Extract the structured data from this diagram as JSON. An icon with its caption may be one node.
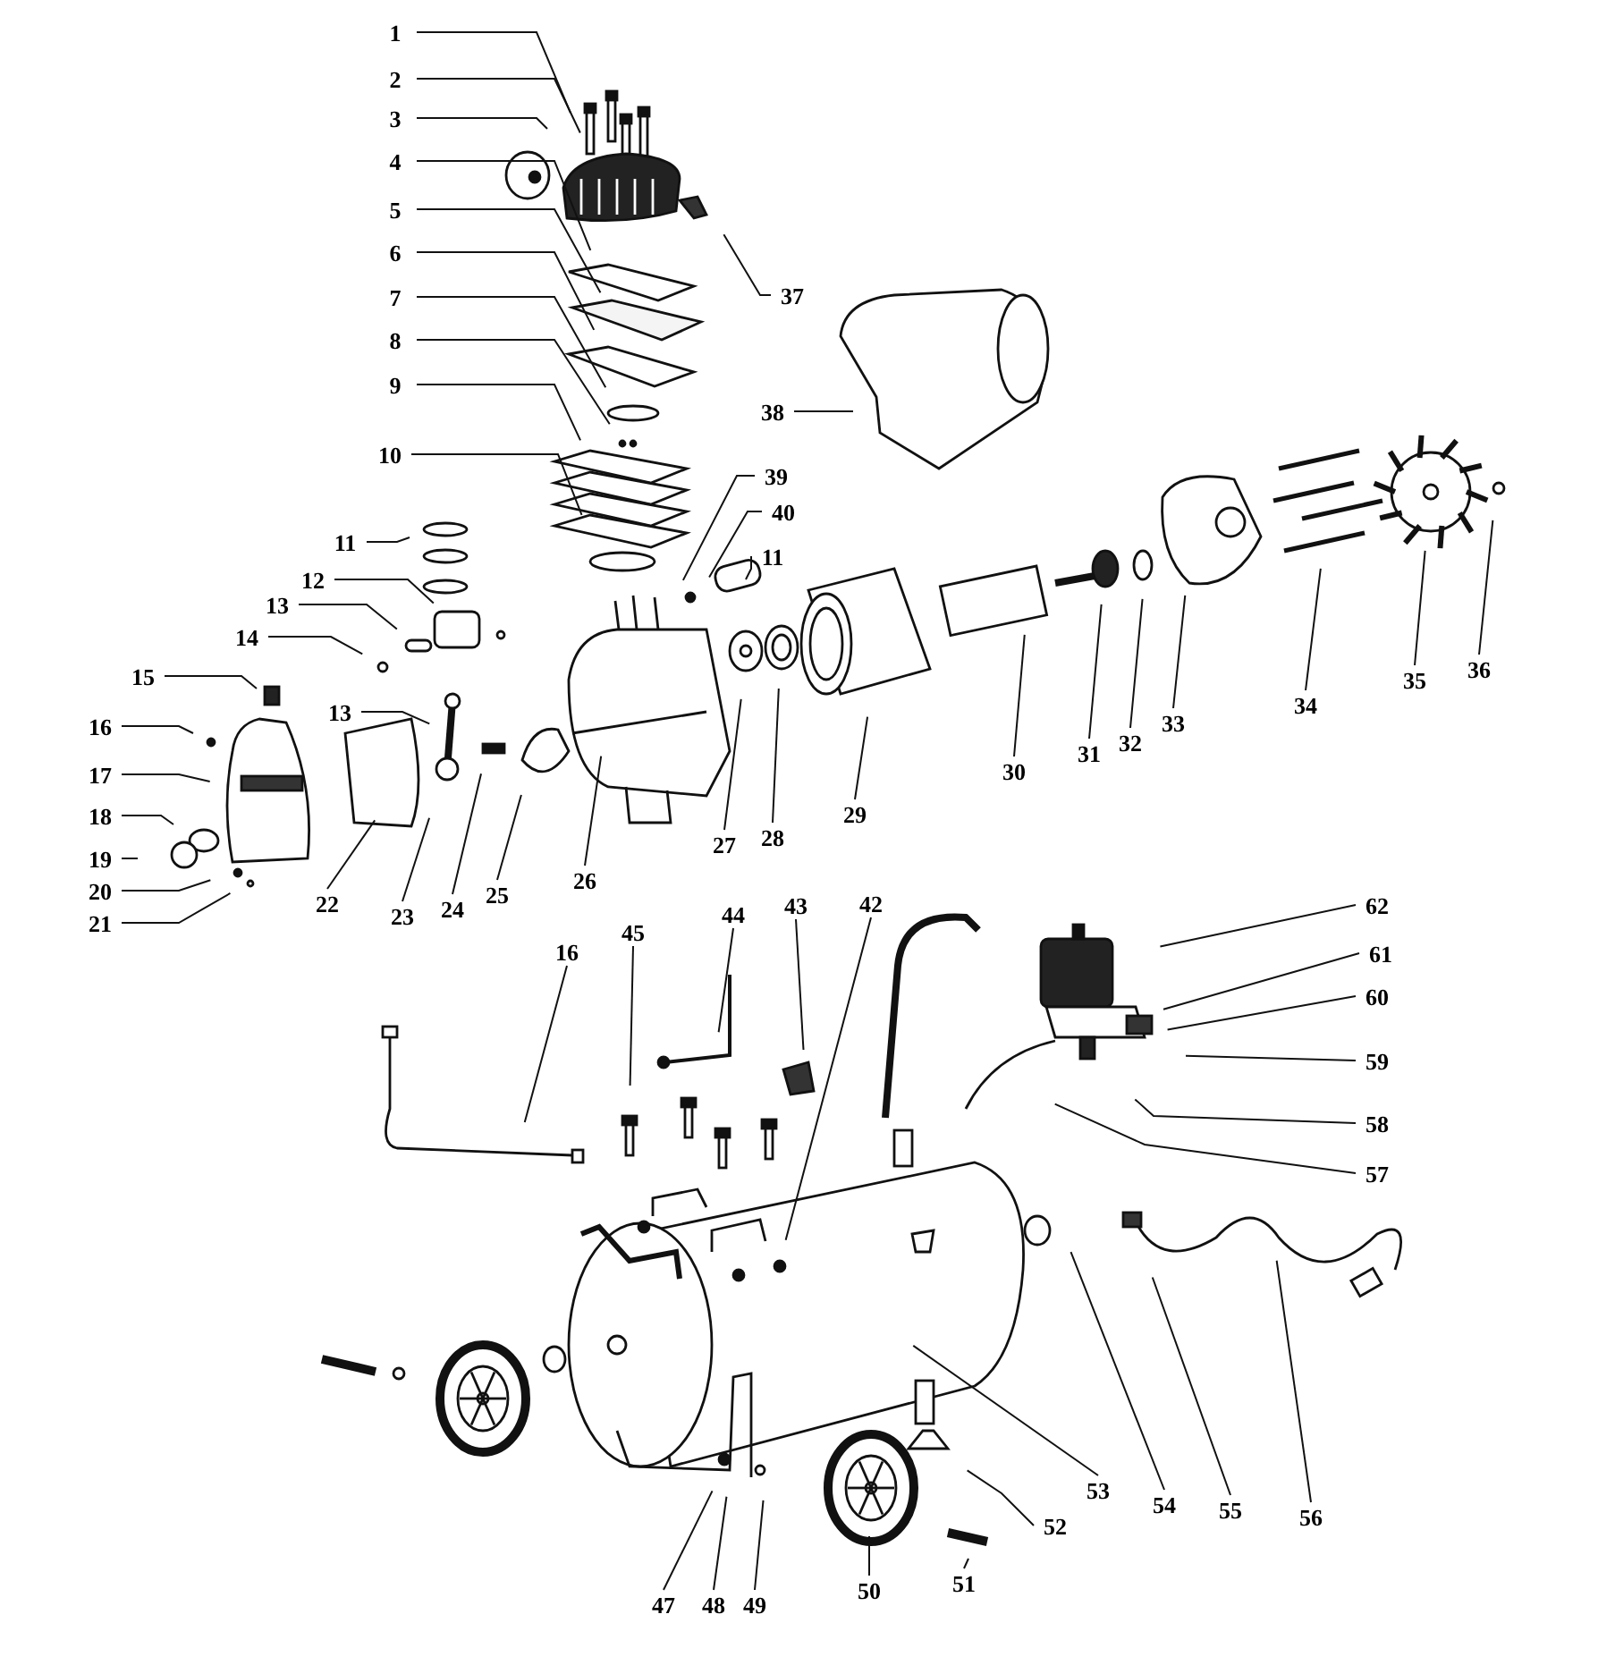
{
  "diagram": {
    "nodes": [
      {
        "text": [
          "1"
        ]
      },
      {
        "text": [
          "2"
        ]
      },
      {
        "text": [
          "3"
        ]
      },
      {
        "text": [
          "4"
        ]
      },
      {
        "text": [
          "5"
        ]
      },
      {
        "text": [
          "6"
        ]
      },
      {
        "text": [
          "7"
        ]
      },
      {
        "text": [
          "8"
        ]
      },
      {
        "text": [
          "9"
        ]
      },
      {
        "text": [
          "10"
        ]
      },
      {
        "text": [
          "11"
        ]
      },
      {
        "text": [
          "12"
        ]
      },
      {
        "text": [
          "13"
        ]
      },
      {
        "text": [
          "14"
        ]
      },
      {
        "text": [
          "15"
        ]
      },
      {
        "text": [
          "16"
        ]
      },
      {
        "text": [
          "17"
        ]
      },
      {
        "text": [
          "18"
        ]
      },
      {
        "text": [
          "19"
        ]
      },
      {
        "text": [
          "20"
        ]
      },
      {
        "text": [
          "21"
        ]
      },
      {
        "text": [
          "13"
        ]
      },
      {
        "text": [
          "22"
        ]
      },
      {
        "text": [
          "23"
        ]
      },
      {
        "text": [
          "24"
        ]
      },
      {
        "text": [
          "25"
        ]
      },
      {
        "text": [
          "26"
        ]
      },
      {
        "text": [
          "27"
        ]
      },
      {
        "text": [
          "28"
        ]
      },
      {
        "text": [
          "29"
        ]
      },
      {
        "text": [
          "30"
        ]
      },
      {
        "text": [
          "31"
        ]
      },
      {
        "text": [
          "32"
        ]
      },
      {
        "text": [
          "33"
        ]
      },
      {
        "text": [
          "34"
        ]
      },
      {
        "text": [
          "35"
        ]
      },
      {
        "text": [
          "36"
        ]
      },
      {
        "text": [
          "37"
        ]
      },
      {
        "text": [
          "38"
        ]
      },
      {
        "text": [
          "39"
        ]
      },
      {
        "text": [
          "40"
        ]
      },
      {
        "text": [
          "11"
        ]
      },
      {
        "text": [
          "16"
        ]
      },
      {
        "text": [
          "45"
        ]
      },
      {
        "text": [
          "44"
        ]
      },
      {
        "text": [
          "43"
        ]
      },
      {
        "text": [
          "42"
        ]
      },
      {
        "text": [
          "62"
        ]
      },
      {
        "text": [
          "61"
        ]
      },
      {
        "text": [
          "60"
        ]
      },
      {
        "text": [
          "59"
        ]
      },
      {
        "text": [
          "58"
        ]
      },
      {
        "text": [
          "57"
        ]
      },
      {
        "text": [
          "53"
        ]
      },
      {
        "text": [
          "54"
        ]
      },
      {
        "text": [
          "55"
        ]
      },
      {
        "text": [
          "56"
        ]
      },
      {
        "text": [
          "52"
        ]
      },
      {
        "text": [
          "51"
        ]
      },
      {
        "text": [
          "50"
        ]
      },
      {
        "text": [
          "49"
        ]
      },
      {
        "text": [
          "48"
        ]
      },
      {
        "text": [
          "47"
        ]
      }
    ],
    "edges": [
      {
        "from": 0,
        "to": null,
        "arrow": "none"
      },
      {
        "from": 1,
        "to": null,
        "arrow": "none"
      },
      {
        "from": 2,
        "to": null,
        "arrow": "none"
      },
      {
        "from": 3,
        "to": null,
        "arrow": "none"
      },
      {
        "from": 4,
        "to": null,
        "arrow": "none"
      },
      {
        "from": 5,
        "to": null,
        "arrow": "none"
      },
      {
        "from": 6,
        "to": null,
        "arrow": "none"
      },
      {
        "from": 7,
        "to": null,
        "arrow": "none"
      },
      {
        "from": 8,
        "to": null,
        "arrow": "none"
      },
      {
        "from": 9,
        "to": null,
        "arrow": "none"
      },
      {
        "from": 10,
        "to": null,
        "arrow": "none"
      },
      {
        "from": 11,
        "to": null,
        "arrow": "none"
      },
      {
        "from": 12,
        "to": null,
        "arrow": "none"
      },
      {
        "from": 13,
        "to": null,
        "arrow": "none"
      },
      {
        "from": 14,
        "to": null,
        "arrow": "none"
      },
      {
        "from": 15,
        "to": null,
        "arrow": "none"
      },
      {
        "from": 16,
        "to": null,
        "arrow": "none"
      },
      {
        "from": 17,
        "to": null,
        "arrow": "none"
      },
      {
        "from": 18,
        "to": null,
        "arrow": "none"
      },
      {
        "from": 19,
        "to": null,
        "arrow": "none"
      },
      {
        "from": 20,
        "to": null,
        "arrow": "none"
      },
      {
        "from": 21,
        "to": null,
        "arrow": "none"
      },
      {
        "from": 22,
        "to": null,
        "arrow": "none"
      },
      {
        "from": 23,
        "to": null,
        "arrow": "none"
      },
      {
        "from": 24,
        "to": null,
        "arrow": "none"
      },
      {
        "from": 25,
        "to": null,
        "arrow": "none"
      },
      {
        "from": 26,
        "to": null,
        "arrow": "none"
      },
      {
        "from": 27,
        "to": null,
        "arrow": "none"
      },
      {
        "from": 28,
        "to": null,
        "arrow": "none"
      },
      {
        "from": 29,
        "to": null,
        "arrow": "none"
      },
      {
        "from": 30,
        "to": null,
        "arrow": "none"
      },
      {
        "from": 31,
        "to": null,
        "arrow": "none"
      },
      {
        "from": 32,
        "to": null,
        "arrow": "none"
      },
      {
        "from": 33,
        "to": null,
        "arrow": "none"
      },
      {
        "from": 34,
        "to": null,
        "arrow": "none"
      },
      {
        "from": 35,
        "to": null,
        "arrow": "none"
      },
      {
        "from": 36,
        "to": null,
        "arrow": "none"
      },
      {
        "from": 37,
        "to": null,
        "arrow": "none"
      },
      {
        "from": 38,
        "to": null,
        "arrow": "none"
      },
      {
        "from": 39,
        "to": null,
        "arrow": "none"
      },
      {
        "from": 40,
        "to": null,
        "arrow": "none"
      },
      {
        "from": 41,
        "to": null,
        "arrow": "none"
      },
      {
        "from": 42,
        "to": null,
        "arrow": "none"
      },
      {
        "from": 43,
        "to": null,
        "arrow": "none"
      },
      {
        "from": 44,
        "to": null,
        "arrow": "none"
      },
      {
        "from": 45,
        "to": null,
        "arrow": "none"
      },
      {
        "from": 46,
        "to": null,
        "arrow": "none"
      },
      {
        "from": 47,
        "to": null,
        "arrow": "none"
      },
      {
        "from": 48,
        "to": null,
        "arrow": "none"
      },
      {
        "from": 49,
        "to": null,
        "arrow": "none"
      },
      {
        "from": 50,
        "to": null,
        "arrow": "none"
      },
      {
        "from": 51,
        "to": null,
        "arrow": "none"
      },
      {
        "from": 52,
        "to": null,
        "arrow": "none"
      },
      {
        "from": 53,
        "to": null,
        "arrow": "none"
      },
      {
        "from": 54,
        "to": null,
        "arrow": "none"
      },
      {
        "from": 55,
        "to": null,
        "arrow": "none"
      },
      {
        "from": 56,
        "to": null,
        "arrow": "none"
      },
      {
        "from": 57,
        "to": null,
        "arrow": "none"
      },
      {
        "from": 58,
        "to": null,
        "arrow": "none"
      },
      {
        "from": 59,
        "to": null,
        "arrow": "none"
      },
      {
        "from": 60,
        "to": null,
        "arrow": "none"
      },
      {
        "from": 61,
        "to": null,
        "arrow": "none"
      },
      {
        "from": 62,
        "to": null,
        "arrow": "none"
      }
    ]
  }
}
